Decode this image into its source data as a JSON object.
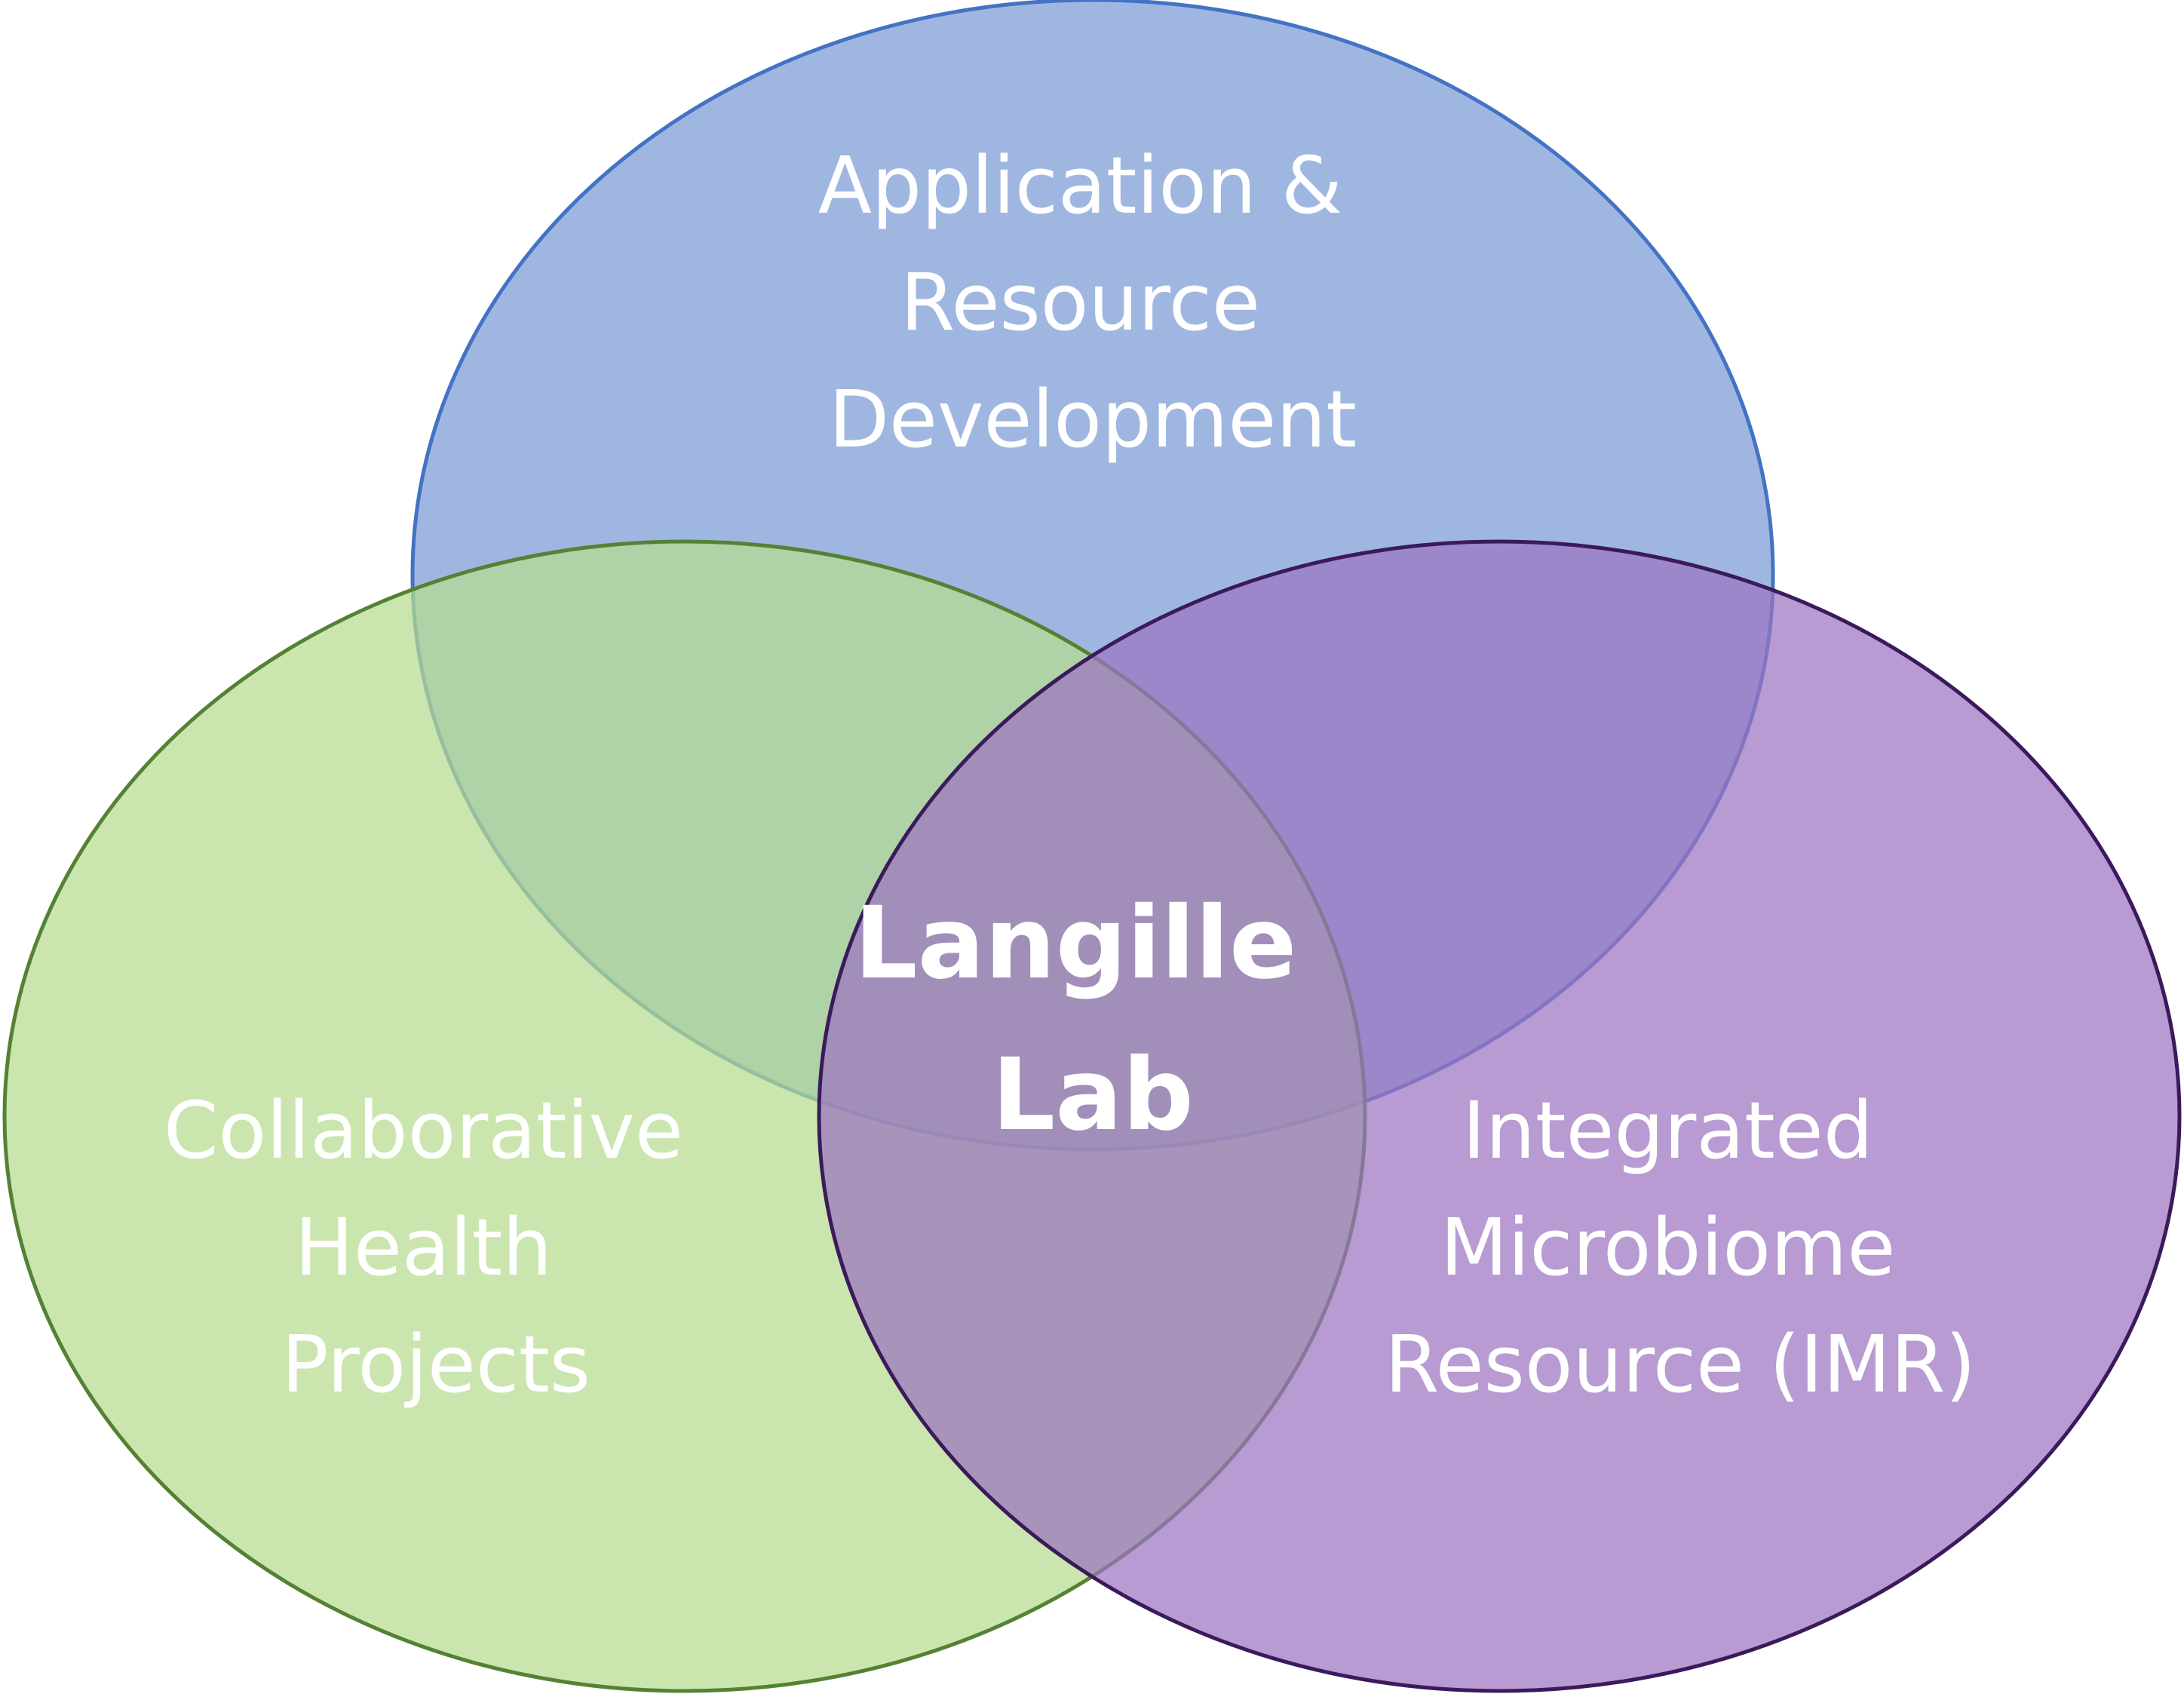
{
  "diagram": {
    "type": "venn",
    "center_label": [
      "Langille",
      "Lab"
    ],
    "sets": [
      {
        "id": "top",
        "label": [
          "Application &",
          "Resource",
          "Development"
        ],
        "fill_color": "#7f9fd6",
        "stroke_color": "#4472c4"
      },
      {
        "id": "left",
        "label": [
          "Collaborative",
          "Health",
          "Projects"
        ],
        "fill_color": "#b5dc8f",
        "stroke_color": "#548235"
      },
      {
        "id": "right",
        "label": [
          "Integrated",
          "Microbiome",
          "Resource (IMR)"
        ],
        "fill_color": "#9b75c0",
        "stroke_color": "#3b1a5c"
      }
    ]
  }
}
